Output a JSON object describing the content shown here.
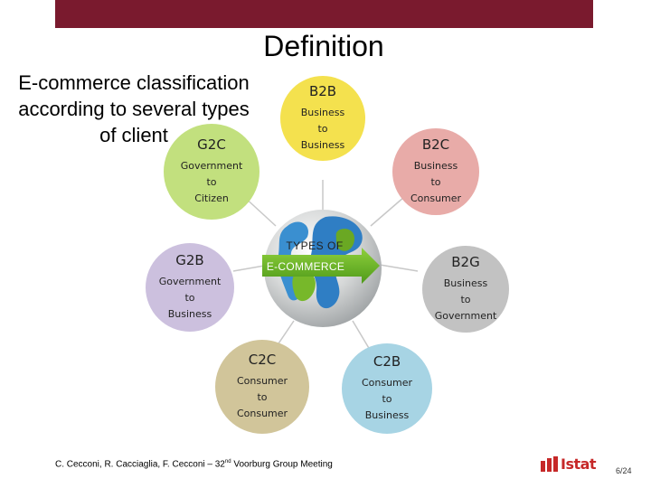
{
  "header": {
    "title": "Definition"
  },
  "subtitle": {
    "lines": [
      "E-commerce classification",
      "according to several types",
      "of client"
    ]
  },
  "center": {
    "line1": "TYPES OF",
    "line2": "E-COMMERCE"
  },
  "nodes": [
    {
      "abbr": "B2B",
      "lines": [
        "Business",
        "to",
        "Business"
      ],
      "color": "#f4e14e"
    },
    {
      "abbr": "B2C",
      "lines": [
        "Business",
        "to",
        "Consumer"
      ],
      "color": "#e8aba8"
    },
    {
      "abbr": "B2G",
      "lines": [
        "Business",
        "to",
        "Government"
      ],
      "color": "#c2c2c2"
    },
    {
      "abbr": "C2B",
      "lines": [
        "Consumer",
        "to",
        "Business"
      ],
      "color": "#a7d4e4"
    },
    {
      "abbr": "C2C",
      "lines": [
        "Consumer",
        "to",
        "Consumer"
      ],
      "color": "#d1c59a"
    },
    {
      "abbr": "G2B",
      "lines": [
        "Government",
        "to",
        "Business"
      ],
      "color": "#ccc0de"
    },
    {
      "abbr": "G2C",
      "lines": [
        "Government",
        "to",
        "Citizen"
      ],
      "color": "#c2e07e"
    }
  ],
  "footer": {
    "prefix": "C. Cecconi, R. Cacciaglia, F. Cecconi – 32",
    "sup": "nd",
    "suffix": " Voorburg Group Meeting"
  },
  "logo": {
    "text": "Istat"
  },
  "page": {
    "number": "6/24"
  }
}
